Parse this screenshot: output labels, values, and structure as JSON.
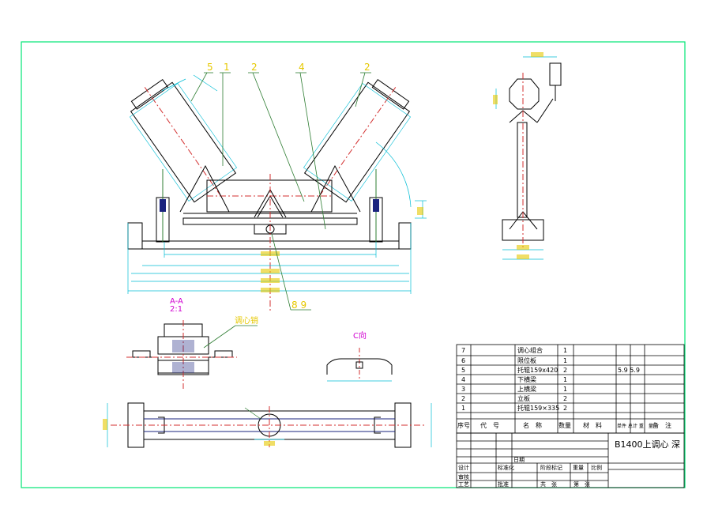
{
  "colors": {
    "border": "#00e676",
    "outline": "#000000",
    "dim": "#00bcd4",
    "center": "#d32f2f",
    "leader": "#2e7d32",
    "yellow": "#e6c800",
    "magenta": "#d000d0",
    "fill": "#1a237e"
  },
  "balloons": [
    "5",
    "1",
    "2",
    "4",
    "2"
  ],
  "section_label": "A-A",
  "section_scale": "2:1",
  "bottom_callout": "8  9",
  "detail_label": "调心销",
  "view_c_label": "C向",
  "bom": {
    "rows": [
      {
        "no": "7",
        "name": "调心组合",
        "qty": "1",
        "note": ""
      },
      {
        "no": "6",
        "name": "限位板",
        "qty": "1",
        "note": ""
      },
      {
        "no": "5",
        "name": "托辊159x420",
        "qty": "2",
        "note": "5.9  5.9"
      },
      {
        "no": "4",
        "name": "下横梁",
        "qty": "1",
        "note": ""
      },
      {
        "no": "3",
        "name": "上横梁",
        "qty": "1",
        "note": ""
      },
      {
        "no": "2",
        "name": "立板",
        "qty": "2",
        "note": ""
      },
      {
        "no": "1",
        "name": "托辊159×335",
        "qty": "2",
        "note": ""
      }
    ],
    "header": {
      "no": "序号",
      "code": "代　号",
      "name": "名　称",
      "qty": "数量",
      "material": "材　料",
      "weight": "单件 总计\n重　量",
      "remark": "备　注"
    }
  },
  "title_block": {
    "title": "B1400上调心 深",
    "labels": [
      "设计",
      "审核",
      "工艺",
      "标准化",
      "批准",
      "日期",
      "阶段标记",
      "重量",
      "比例",
      "共　张",
      "第　张"
    ]
  }
}
